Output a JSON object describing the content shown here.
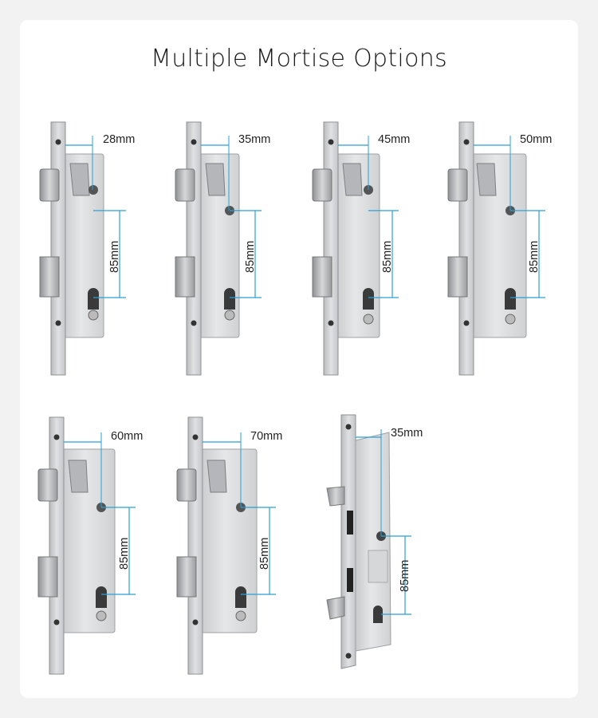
{
  "title": "Multiple Mortise Options",
  "accent_color": "#2a9fd8",
  "locks": [
    {
      "backset": "28mm",
      "center": "85mm"
    },
    {
      "backset": "35mm",
      "center": "85mm"
    },
    {
      "backset": "45mm",
      "center": "85mm"
    },
    {
      "backset": "50mm",
      "center": "85mm"
    },
    {
      "backset": "60mm",
      "center": "85mm"
    },
    {
      "backset": "70mm",
      "center": "85mm"
    },
    {
      "backset": "35mm",
      "center": "85mm"
    }
  ]
}
